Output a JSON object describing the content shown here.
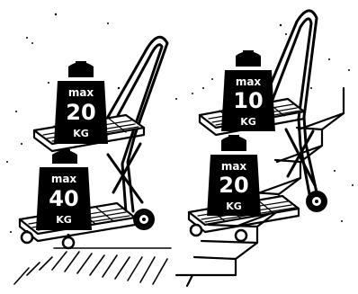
{
  "illustration": {
    "left_panel": {
      "scenario": "flat-floor",
      "upper_shelf_weight": {
        "prefix": "max",
        "value": "20",
        "unit": "KG"
      },
      "lower_shelf_weight": {
        "prefix": "max",
        "value": "40",
        "unit": "KG"
      }
    },
    "right_panel": {
      "scenario": "stairs",
      "upper_shelf_weight": {
        "prefix": "max",
        "value": "10",
        "unit": "KG"
      },
      "lower_shelf_weight": {
        "prefix": "max",
        "value": "20",
        "unit": "KG"
      }
    }
  },
  "colors": {
    "ink": "#000000",
    "paper": "#ffffff"
  }
}
